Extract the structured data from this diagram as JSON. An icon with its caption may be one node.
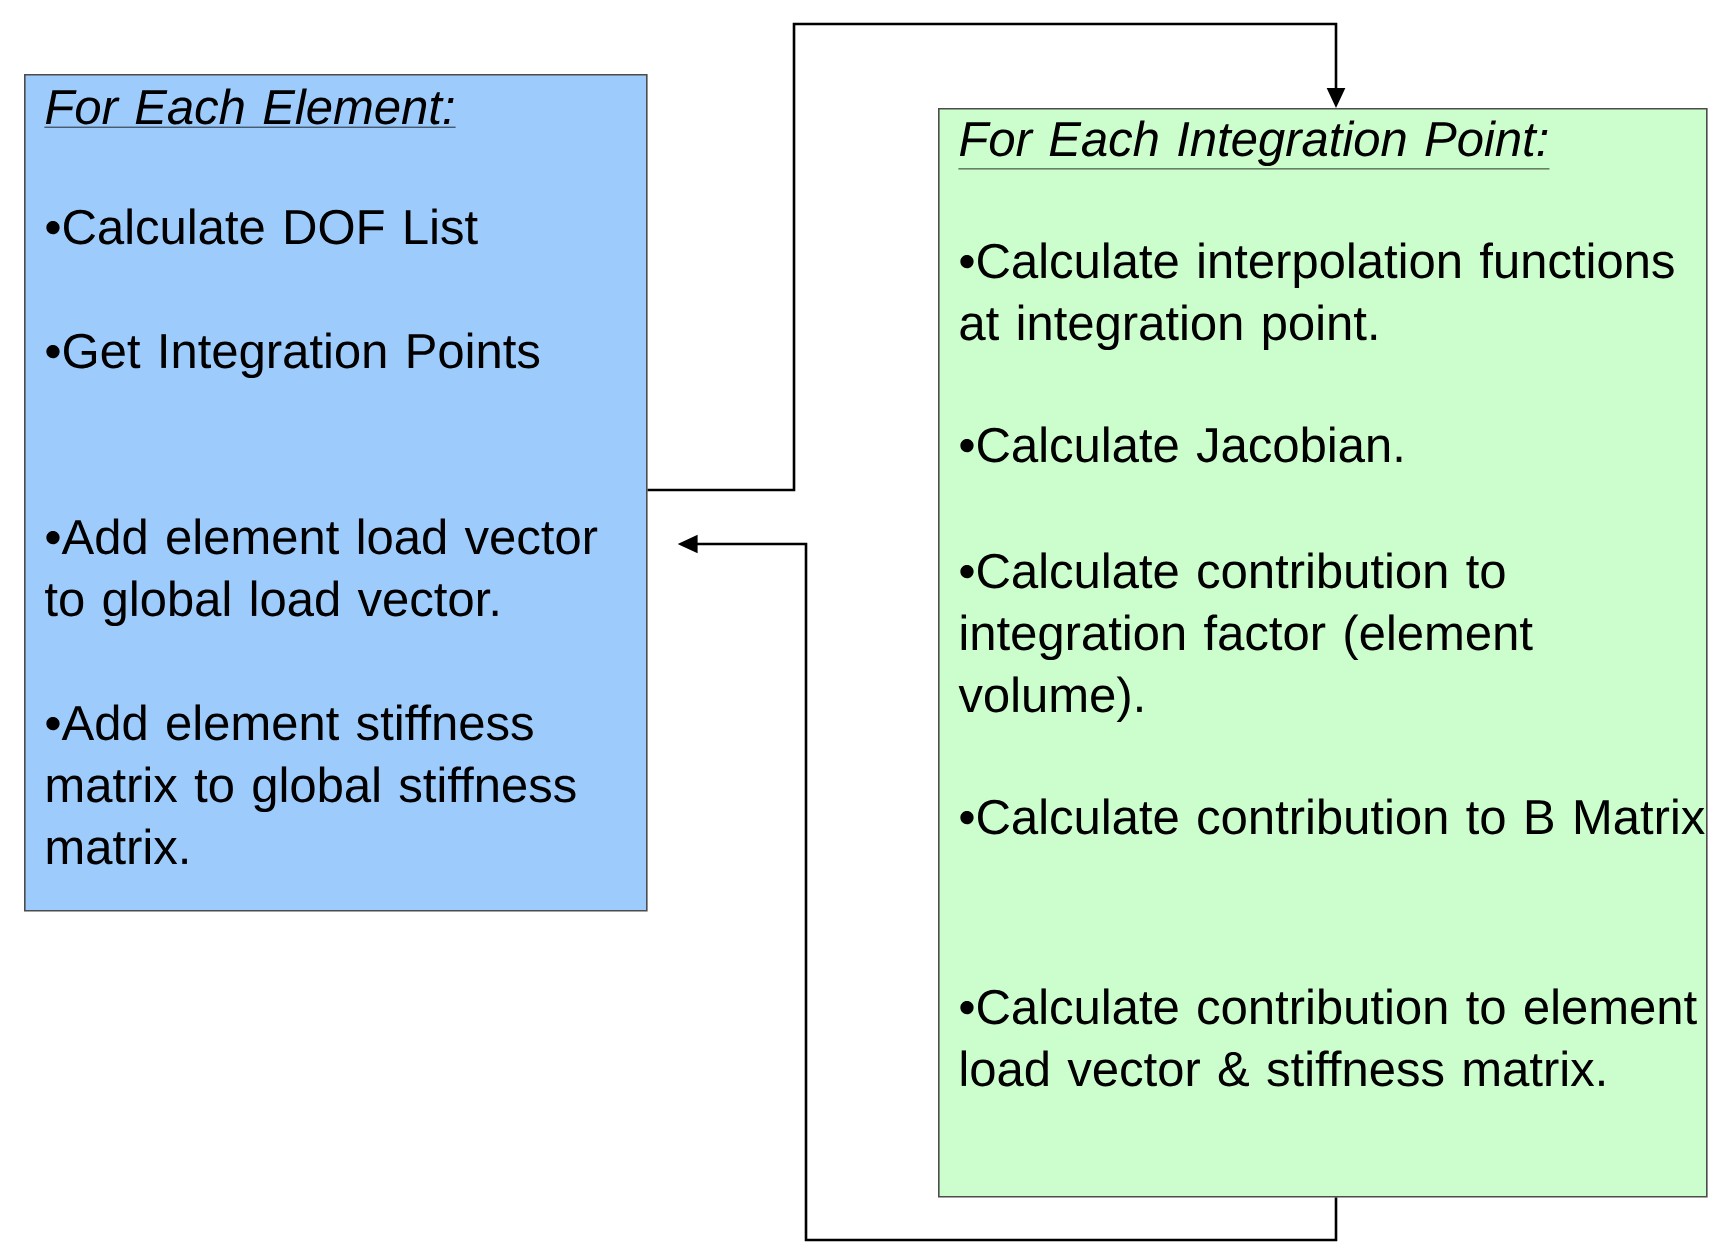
{
  "diagram": {
    "nodes": [
      {
        "text": [
          "For Each Element:",
          "•Calculate DOF List",
          "•Get Integration Points",
          "•Add element load vector to global load vector.",
          "•Add element stiffness matrix to global stiffness matrix."
        ]
      },
      {
        "text": [
          "For Each Integration Point:",
          "•Calculate interpolation functions at integration point.",
          "•Calculate Jacobian.",
          "•Calculate contribution to integration factor (element volume).",
          "•Calculate contribution to B Matrix",
          "•Calculate contribution to element load vector & stiffness matrix."
        ]
      }
    ],
    "edges": [
      {
        "from": 0,
        "to": 1,
        "arrow": "to"
      },
      {
        "from": 1,
        "to": 0,
        "arrow": "to"
      }
    ]
  }
}
